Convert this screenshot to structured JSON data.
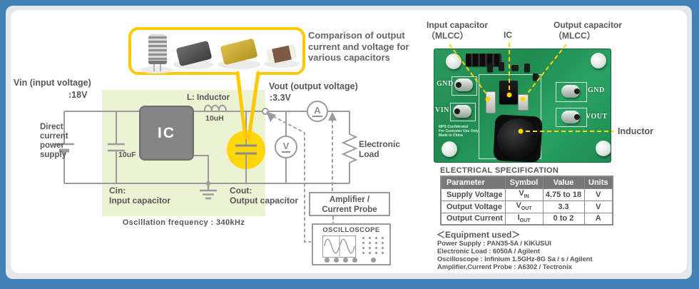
{
  "callout": {
    "text": "Comparison of output current and voltage for various capacitors",
    "capacitor_icons": [
      "electrolytic-capacitor",
      "tantalum-capacitor-black",
      "tantalum-capacitor-yellow",
      "mlcc-chip-capacitor"
    ]
  },
  "circuit": {
    "vin_label": "Vin (input voltage)",
    "vin_value": ":18V",
    "dc_supply_label": "Direct current power supply",
    "ic_label": "IC",
    "inductor_label": "L: Inductor",
    "inductor_value": "10uH",
    "cin_value": "10uF",
    "cin_title": "Cin:",
    "cin_subtitle": "Input capacitor",
    "cout_title": "Cout:",
    "cout_subtitle": "Output capacitor",
    "oscillation_frequency": "Oscillation frequency : 340kHz",
    "vout_label": "Vout (output voltage)",
    "vout_value": ":3.3V",
    "ammeter_label": "A",
    "voltmeter_label": "V",
    "electronic_load_label": "Electronic Load",
    "amplifier_line1": "Amplifier /",
    "amplifier_line2": "Current Probe",
    "oscilloscope_label": "OSCILLOSCOPE"
  },
  "board": {
    "input_capacitor_label_1": "Input capacitor",
    "input_capacitor_label_2": "（MLCC）",
    "ic_label": "IC",
    "output_capacitor_label_1": "Output capacitor",
    "output_capacitor_label_2": "（MLCC）",
    "inductor_label": "Inductor",
    "terminals": {
      "gnd_left": "GND",
      "vin": "VIN",
      "gnd_right": "GND",
      "vout": "VOUT"
    },
    "fine_print": [
      "MPS Confidential",
      "For Customer Use Only",
      "Made in China"
    ]
  },
  "spec": {
    "title": "ELECTRICAL SPECIFICATION",
    "headers": [
      "Parameter",
      "Symbol",
      "Value",
      "Units"
    ],
    "rows": [
      {
        "parameter": "Supply Voltage",
        "symbol_base": "V",
        "symbol_sub": "IN",
        "value": "4.75 to 18",
        "units": "V"
      },
      {
        "parameter": "Output Voltage",
        "symbol_base": "V",
        "symbol_sub": "OUT",
        "value": "3.3",
        "units": "V"
      },
      {
        "parameter": "Output Current",
        "symbol_base": "I",
        "symbol_sub": "OUT",
        "value": "0 to 2",
        "units": "A"
      }
    ]
  },
  "equipment": {
    "title": "＜Equipment used＞",
    "lines": [
      "Power Supply : PAN35-5A / KIKUSUI",
      "Electronic Load : 6050A / Agilent",
      "Oscilloscope : Infinium 1.5GHz-8G Sa / s / Agilent",
      "Amplifier,Current Probe : A6302 / Tectronix"
    ]
  },
  "colors": {
    "frame_blue": "#4280b6",
    "frame_gray": "#e4e8eb",
    "circuit_bg_green": "#ecf2d4",
    "wire_gray": "#9b9b9b",
    "text_gray": "#595757",
    "accent_yellow": "#ffd400",
    "callout_border_yellow": "#ffc800",
    "table_header_gray": "#777777",
    "board_green": "#249159"
  }
}
